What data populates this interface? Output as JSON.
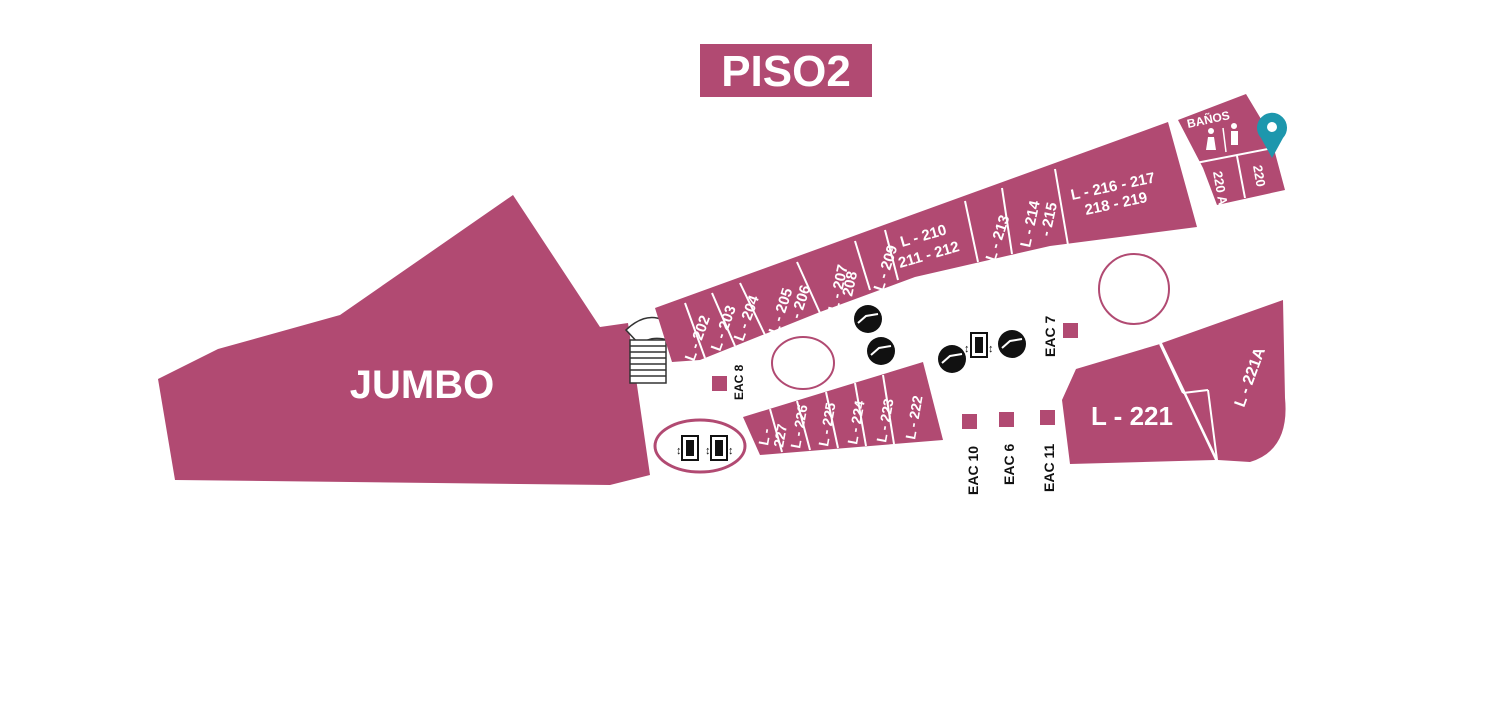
{
  "title": "PISO2",
  "colors": {
    "store": "#b14a72",
    "text": "#ffffff",
    "marker": "#1d97ad",
    "icon": "#111111"
  },
  "anchor": {
    "name": "JUMBO"
  },
  "restrooms": {
    "label": "BAÑOS",
    "stores": [
      "220 A",
      "220"
    ]
  },
  "north_row": [
    "L - 202",
    "L - 203",
    "L - 204",
    "L - 205",
    "L - 206",
    "L - 207",
    "208",
    "L - 209",
    "L - 210",
    "211 - 212",
    "L - 213",
    "L - 214",
    "- 215",
    "L - 216 - 217",
    "218 - 219"
  ],
  "south_row": [
    "L -",
    "227",
    "L - 226",
    "L - 225",
    "L - 224",
    "L - 223",
    "L - 222"
  ],
  "east": {
    "main": "L - 221",
    "annex": "L - 221A"
  },
  "eac": [
    "EAC 8",
    "EAC 7",
    "EAC 10",
    "EAC 6",
    "EAC 11"
  ],
  "icons": [
    "escalator-icon",
    "elevator-icon",
    "stairs-icon",
    "location-pin-icon"
  ]
}
